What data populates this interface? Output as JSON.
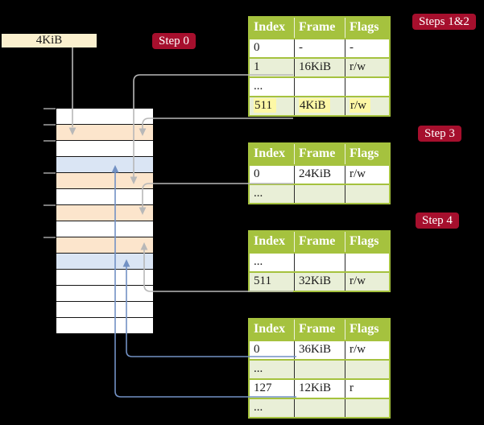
{
  "colors": {
    "crimson": "#A60F2D",
    "cream": "#FBF0CE",
    "header_green": "#A5C23E",
    "row_green": "#E9EFD7",
    "peach": "#FCE5CC",
    "blue_row": "#DAE5F4",
    "yellow_hl": "#FDF8A6",
    "gray_line": "#b8b8b8",
    "blue_line": "#7291c4"
  },
  "box_4kib": {
    "label": "4KiB"
  },
  "badges": {
    "step0": "Step 0",
    "steps12": "Steps 1&2",
    "step3": "Step 3",
    "step4": "Step 4"
  },
  "tables": {
    "t1": {
      "headers": [
        "Index",
        "Frame",
        "Flags"
      ],
      "rows": [
        [
          "0",
          "-",
          "-"
        ],
        [
          "1",
          "16KiB",
          "r/w"
        ],
        [
          "...",
          "",
          ""
        ],
        [
          "511",
          "4KiB",
          "r/w"
        ]
      ],
      "highlighted_row": "511 | 4KiB | r/w"
    },
    "t2": {
      "headers": [
        "Index",
        "Frame",
        "Flags"
      ],
      "rows": [
        [
          "0",
          "24KiB",
          "r/w"
        ],
        [
          "...",
          "",
          ""
        ]
      ]
    },
    "t3": {
      "headers": [
        "Index",
        "Frame",
        "Flags"
      ],
      "rows": [
        [
          "...",
          "",
          ""
        ],
        [
          "511",
          "32KiB",
          "r/w"
        ]
      ]
    },
    "t4": {
      "headers": [
        "Index",
        "Frame",
        "Flags"
      ],
      "rows": [
        [
          "0",
          "36KiB",
          "r/w"
        ],
        [
          "...",
          "",
          ""
        ],
        [
          "127",
          "12KiB",
          "r"
        ],
        [
          "...",
          "",
          ""
        ]
      ]
    }
  },
  "memory": {
    "row_colors": [
      "white",
      "peach",
      "white",
      "blue",
      "peach",
      "white",
      "peach",
      "white",
      "peach",
      "blue",
      "white",
      "white",
      "white",
      "white"
    ]
  }
}
